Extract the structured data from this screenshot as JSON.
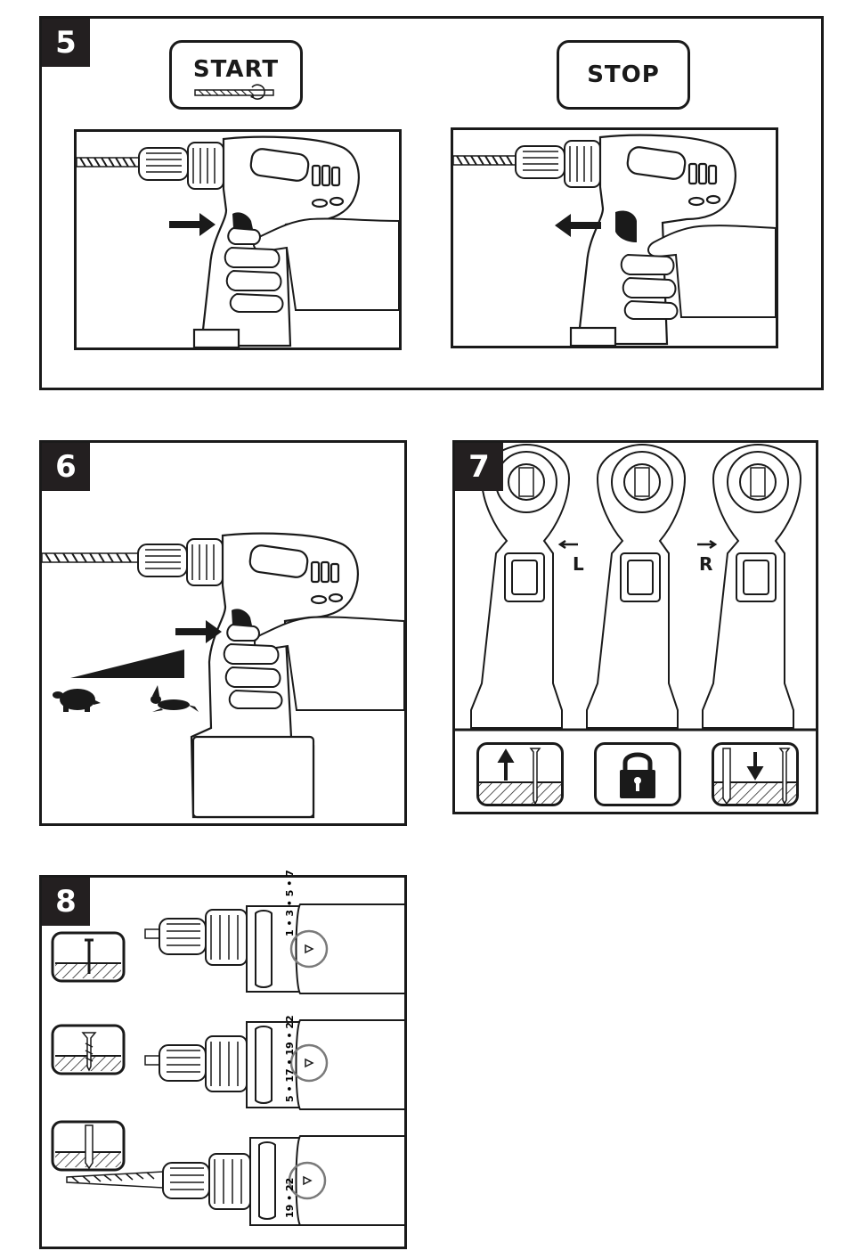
{
  "figure5": {
    "number": "5",
    "start_label": "START",
    "stop_label": "STOP",
    "start_drill_icon": "drill-bit-rotation-icon",
    "start_hand": "finger-pressing-trigger",
    "stop_hand": "finger-releasing-trigger"
  },
  "figure6": {
    "number": "6",
    "slow_icon": "tortoise-icon",
    "fast_icon": "hare-icon",
    "speed_ramp": "variable-speed-wedge"
  },
  "figure7": {
    "number": "7",
    "left_letter": "L",
    "right_letter": "R",
    "icons": [
      "screw-out-icon",
      "lock-icon",
      "screw-in-icon"
    ]
  },
  "figure8": {
    "number": "8",
    "rows": [
      {
        "icon": "nail-in-wood-icon",
        "scale": [
          "1",
          "3",
          "5",
          "7"
        ]
      },
      {
        "icon": "screw-in-wood-icon",
        "scale": [
          "5",
          "17",
          "19",
          "22"
        ]
      },
      {
        "icon": "drill-bit-in-wood-icon",
        "scale": [
          "19",
          "22"
        ]
      }
    ]
  }
}
